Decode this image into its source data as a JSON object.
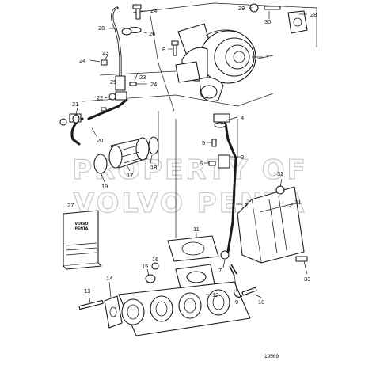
{
  "diagram": {
    "reference_number": "19569",
    "watermark": {
      "line1": "PROPERTY OF",
      "line2": "VOLVO PENTA"
    },
    "manual_logo": {
      "line1": "VOLVO",
      "line2": "PENTA"
    },
    "callouts": {
      "c1": "1",
      "c2": "2",
      "c3": "3",
      "c4": "4",
      "c5": "5",
      "c6": "6",
      "c7": "7",
      "c8": "8",
      "c9": "9",
      "c10": "10",
      "c11": "11",
      "c12": "12",
      "c13": "13",
      "c14": "14",
      "c15": "15",
      "c16": "16",
      "c17": "17",
      "c18": "18",
      "c19": "19",
      "c20a": "20",
      "c20b": "20",
      "c21": "21",
      "c22": "22",
      "c23a": "23",
      "c23b": "23",
      "c24a": "24",
      "c24b": "24",
      "c24c": "24",
      "c25": "25",
      "c26": "26",
      "c27": "27",
      "c28": "28",
      "c29": "29",
      "c30": "30",
      "c31": "31",
      "c32": "32",
      "c33": "33"
    }
  }
}
